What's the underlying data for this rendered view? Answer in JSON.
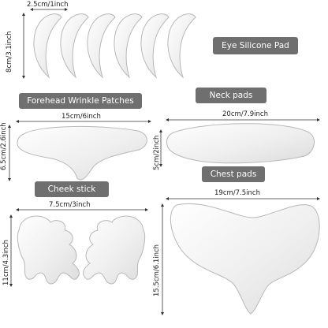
{
  "labels": {
    "eye": "Eye Silicone Pad",
    "forehead": "Forehead Wrinkle Patches",
    "neck": "Neck pads",
    "chest": "Chest pads",
    "cheek": "Cheek stick"
  },
  "dimensions": {
    "eye_width": "2.5cm/1inch",
    "eye_height": "8cm/3.1inch",
    "forehead_width": "15cm/6inch",
    "forehead_height": "6.5cm/2.6inch",
    "neck_width": "20cm/7.9inch",
    "neck_height": "5cm/2inch",
    "cheek_width": "7.5cm/3inch",
    "cheek_height": "11cm/4.3inch",
    "chest_width": "19cm/7.5inch",
    "chest_height": "15.5cm/6.1inch"
  },
  "colors": {
    "label_bg": "#6f6f6f",
    "pad_fill": "#eeeeee",
    "pad_edge": "#b8b8b8"
  }
}
